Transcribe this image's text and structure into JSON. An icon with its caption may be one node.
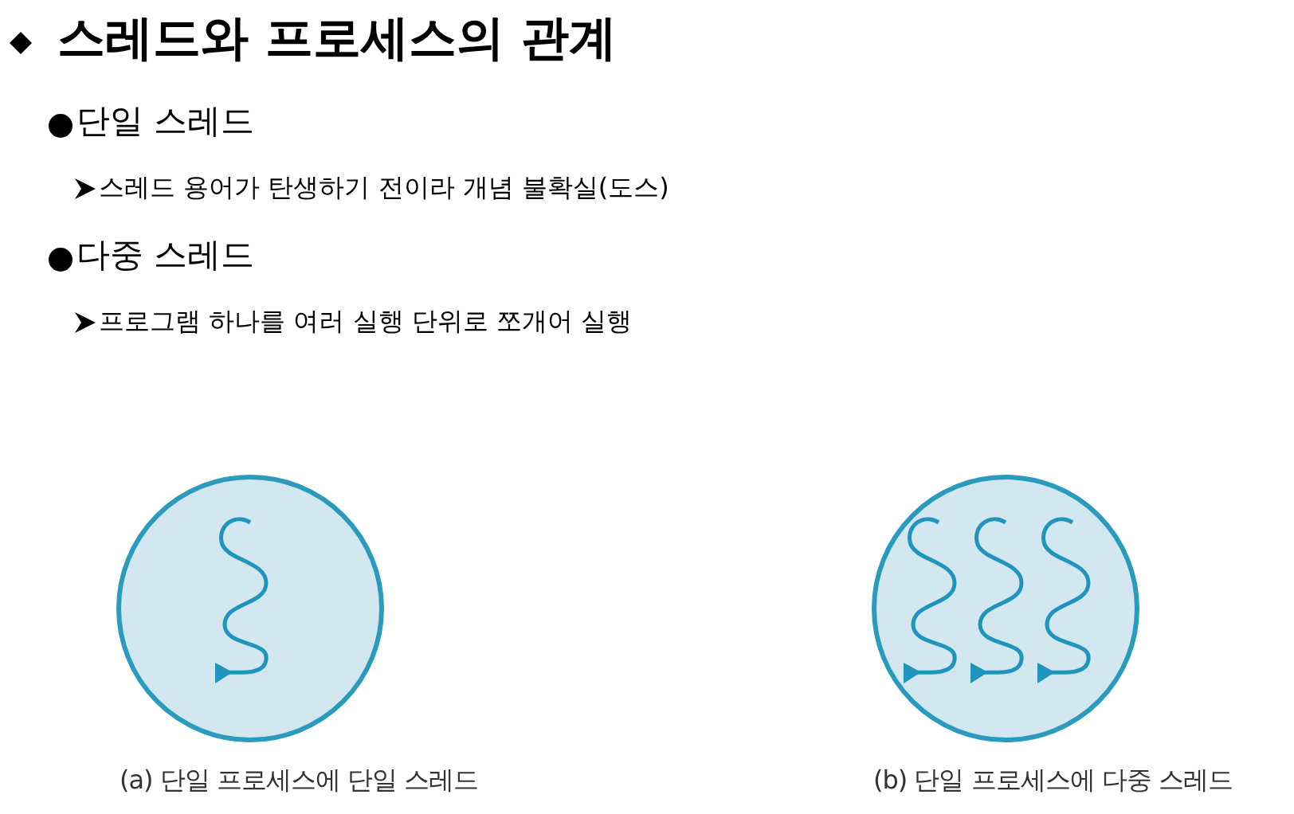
{
  "diagram": {
    "title": "스레드와 프로세스의 관계",
    "nodes": [
      {
        "text": [],
        "shape": "circle",
        "beside": [
          "(a) 단일 프로세스에 단일 스레드"
        ]
      },
      {
        "text": [],
        "shape": "circle",
        "beside": [
          "(b) 단일 프로세스에 다중 스레드"
        ]
      }
    ],
    "labels": [
      "단일 스레드",
      "스레드 용어가 탄생하기 전이라 개념 불확실(도스)",
      "다중 스레드",
      "프로그램 하나를 여러 실행 단위로 쪼개어 실행"
    ]
  }
}
